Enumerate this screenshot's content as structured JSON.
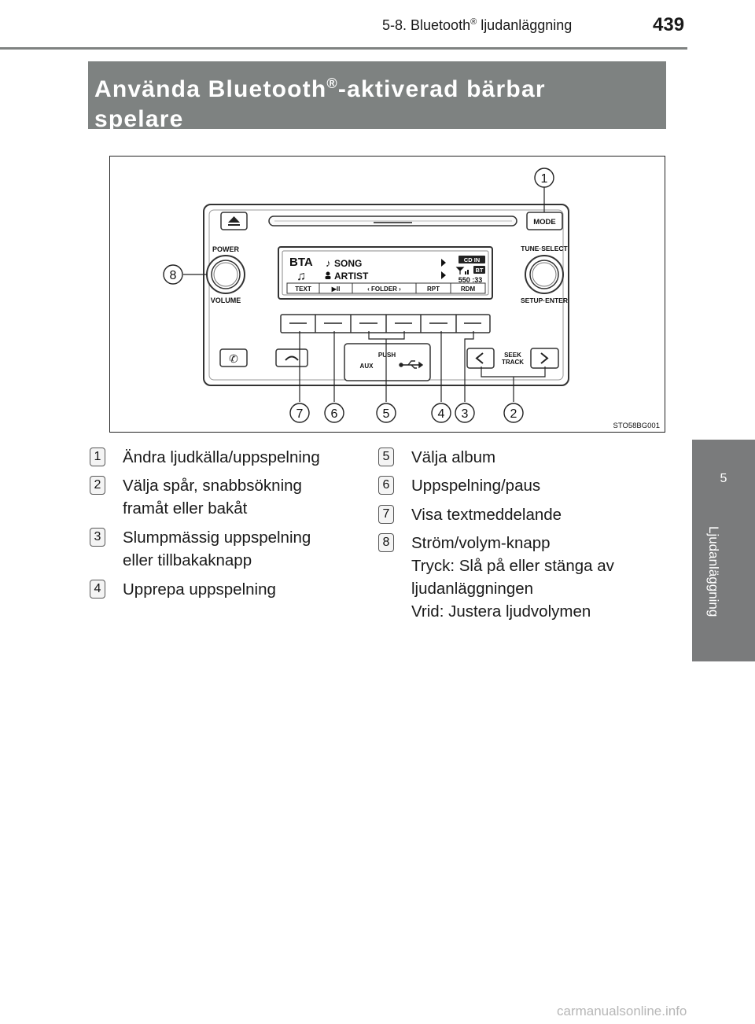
{
  "header": {
    "running_head": "5-8. Bluetooth",
    "registered": "®",
    "running_head_suffix": " ljudanläggning",
    "page_number": "439"
  },
  "side_tab": {
    "number": "5",
    "label": "Ljudanläggning"
  },
  "title": {
    "line1_pre": "Använda Bluetooth",
    "registered": "®",
    "line1_post": "-aktiverad bärbar",
    "line2": "spelare"
  },
  "figure": {
    "code": "STO58BG001",
    "callouts": [
      "1",
      "2",
      "3",
      "4",
      "5",
      "6",
      "7",
      "8"
    ],
    "panel": {
      "power": "POWER",
      "volume": "VOLUME",
      "mode": "MODE",
      "tune_select": "TUNE·SELECT",
      "setup_enter": "SETUP·ENTER",
      "push": "PUSH",
      "aux": "AUX",
      "seek": "SEEK",
      "track": "TRACK",
      "display": {
        "source": "BTA",
        "song": "SONG",
        "artist": "ARTIST",
        "cd_in": "CD IN",
        "bt": "BT",
        "clock": "550 :33",
        "buttons": [
          "TEXT",
          "▶II",
          "‹ FOLDER ›",
          "RPT",
          "RDM"
        ]
      }
    }
  },
  "legend": [
    {
      "badge": "1",
      "text": "Ändra ljudkälla/uppspelning"
    },
    {
      "badge": "2",
      "text": "Välja spår, snabbsökning\nframåt eller bakåt"
    },
    {
      "badge": "3",
      "text": "Slumpmässig uppspelning\neller tillbakaknapp"
    },
    {
      "badge": "4",
      "text": "Upprepa uppspelning"
    },
    {
      "badge": "5",
      "text": "Välja album"
    },
    {
      "badge": "6",
      "text": "Uppspelning/paus"
    },
    {
      "badge": "7",
      "text": "Visa textmeddelande"
    },
    {
      "badge": "8",
      "text": "Ström/volym-knapp\nTryck: Slå på eller stänga av\nljudanläggningen\nVrid: Justera ljudvolymen"
    }
  ],
  "watermark": "carmanualsonline.info"
}
